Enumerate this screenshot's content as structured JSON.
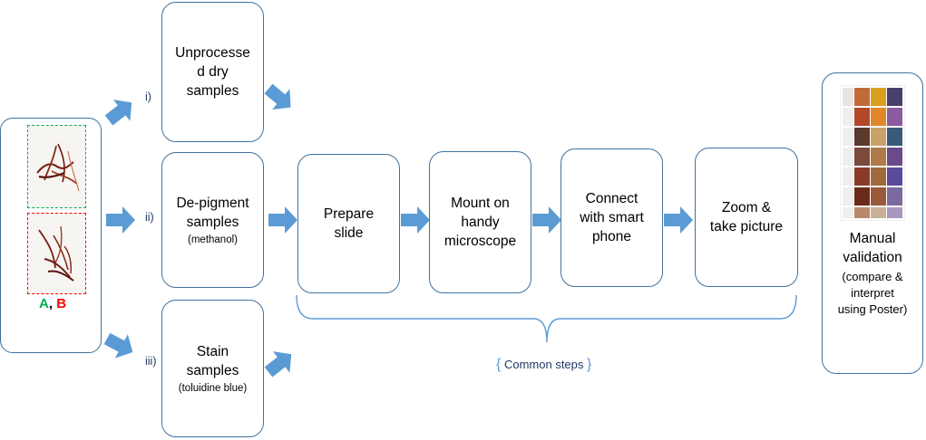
{
  "sample_labels": {
    "a": "A",
    "separator": ", ",
    "b": "B"
  },
  "branches": [
    {
      "roman": "i)",
      "title": "Unprocessed dry samples",
      "note": ""
    },
    {
      "roman": "ii)",
      "title": "De-pigment samples",
      "note": "(methanol)"
    },
    {
      "roman": "iii)",
      "title": "Stain samples",
      "note": "(toluidine blue)"
    }
  ],
  "branch_lines": {
    "b1_l1": "Unprocesse",
    "b1_l2": "d dry",
    "b1_l3": "samples",
    "b2_l1": "De-pigment",
    "b2_l2": "samples",
    "b3_l1": "Stain",
    "b3_l2": "samples"
  },
  "steps": [
    {
      "l1": "Prepare",
      "l2": "slide",
      "l3": ""
    },
    {
      "l1": "Mount on",
      "l2": "handy",
      "l3": "microscope"
    },
    {
      "l1": "Connect",
      "l2": "with smart",
      "l3": "phone"
    },
    {
      "l1": "Zoom &",
      "l2": "take picture",
      "l3": ""
    }
  ],
  "common_steps_label": "Common steps",
  "validation": {
    "l1": "Manual",
    "l2": "validation",
    "l3": "(compare &",
    "l4": "interpret",
    "l5": "using Poster)"
  },
  "colors": {
    "box_border": "#41719c",
    "arrow": "#5b9bd5",
    "label_a": "#00b050",
    "label_b": "#ff0000",
    "navy_text": "#1f3864"
  }
}
